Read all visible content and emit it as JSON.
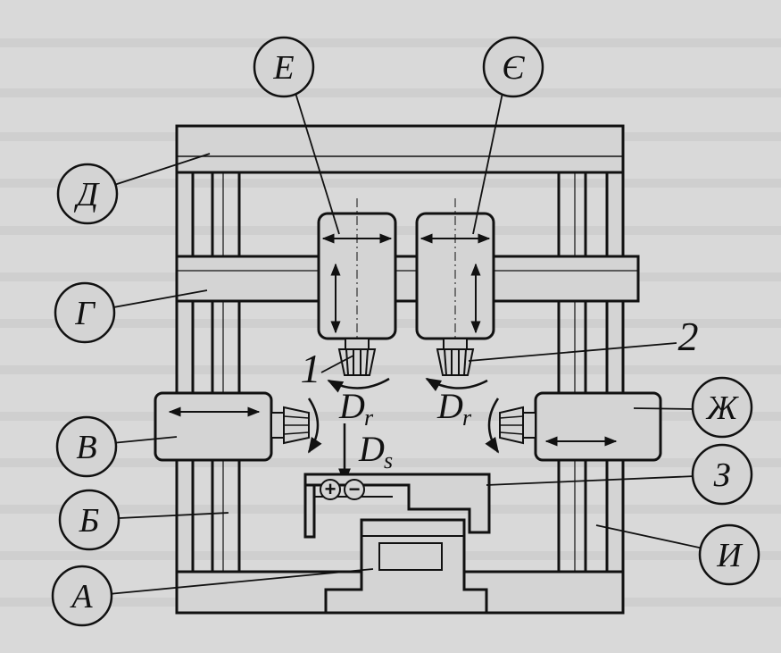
{
  "diagram": {
    "background_color": "#d9d9d9",
    "ink_color": "#111111",
    "fill_color": "#d4d4d4",
    "ghost_text_color": "#c6c6c6",
    "callouts": {
      "A": "А",
      "B": "Б",
      "V": "В",
      "G": "Г",
      "D": "Д",
      "E": "Е",
      "YE": "Є",
      "ZH": "Ж",
      "Z": "З",
      "I": "И"
    },
    "numbers": {
      "one": "1",
      "two": "2"
    },
    "motion_labels": {
      "rotation_left": {
        "main": "D",
        "sub": "r"
      },
      "rotation_right": {
        "main": "D",
        "sub": "r"
      },
      "feed": {
        "main": "D",
        "sub": "s"
      }
    },
    "polarity": {
      "plus": "+",
      "minus": "−"
    }
  }
}
